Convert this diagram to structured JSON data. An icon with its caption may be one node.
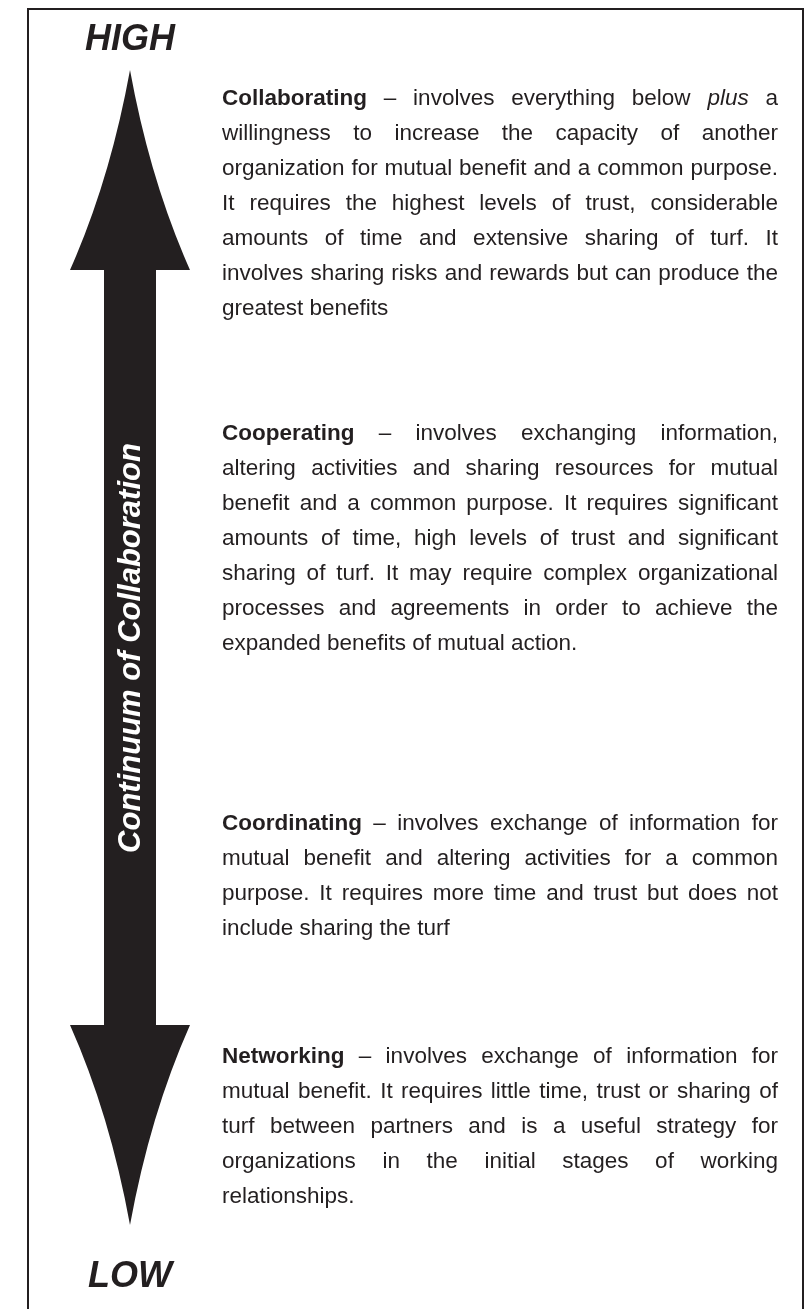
{
  "diagram": {
    "nodes": [
      {
        "text": [
          "HIGH"
        ]
      },
      {
        "text": [
          "LOW"
        ]
      }
    ],
    "edges": [
      {
        "from": 0,
        "to": 1,
        "arrow": "both",
        "label": "Continuum of Collaboration"
      }
    ],
    "labels": [
      "**Collaborating** – involves everything below *plus* a willingness to increase the capacity of another organization for mutual benefit and a common purpose. It requires the highest levels of trust, considerable amounts of time and extensive sharing of turf. It involves sharing risks and rewards but can produce the greatest benefits",
      "**Cooperating** – involves exchanging information, altering activities and sharing resources for mutual benefit and a common purpose. It requires significant amounts of time, high levels of trust and significant sharing of turf. It may require complex organizational processes and agreements in order to achieve the expanded benefits of mutual action.",
      "**Coordinating** – involves exchange of information for mutual benefit and altering activities for a common purpose. It requires more time and trust but does not include sharing the turf",
      "**Networking** – involves exchange of information for mutual benefit. It requires little time, trust or sharing of turf between partners and is a useful strategy for organizations in the initial stages of working relationships."
    ]
  }
}
